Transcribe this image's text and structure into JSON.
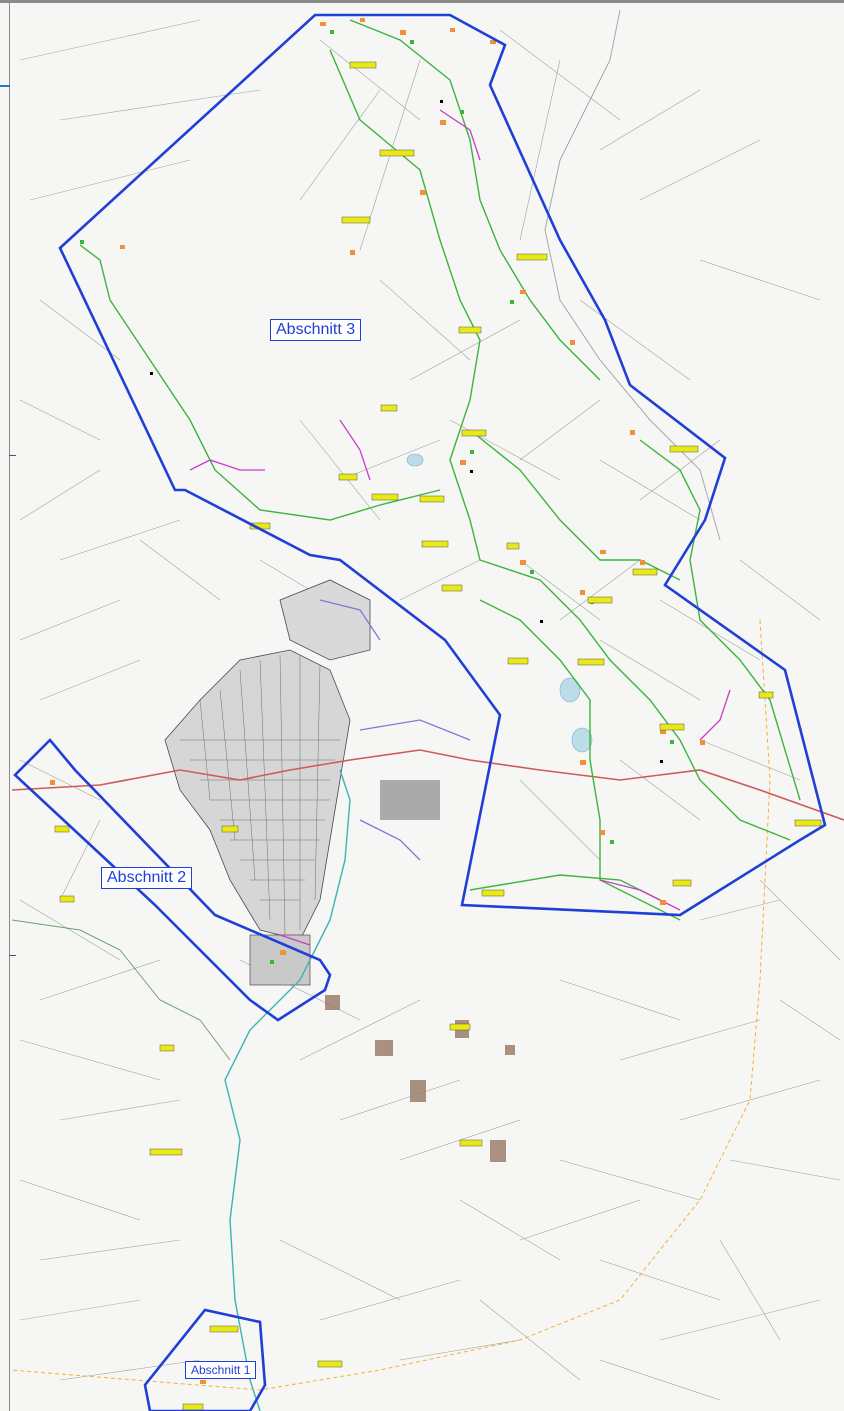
{
  "map": {
    "sections": [
      {
        "label": "Abschnitt 3",
        "color": "#1f3fd6"
      },
      {
        "label": "Abschnitt 2",
        "color": "#1f3fd6"
      },
      {
        "label": "Abschnitt 1",
        "color": "#1f3fd6"
      }
    ],
    "colors": {
      "section_outline": "#1f3fd6",
      "network_green": "#3cb53c",
      "network_magenta": "#c83ec8",
      "main_road_red": "#d05a5a",
      "river_teal": "#3bb3b3",
      "network_purple": "#8c73d9",
      "place_label_fill": "#e9e915",
      "boundary_orange": "#f0b040"
    },
    "place_labels_legible": [
      "Abschnitt 3",
      "Abschnitt 2",
      "Abschnitt 1"
    ]
  }
}
